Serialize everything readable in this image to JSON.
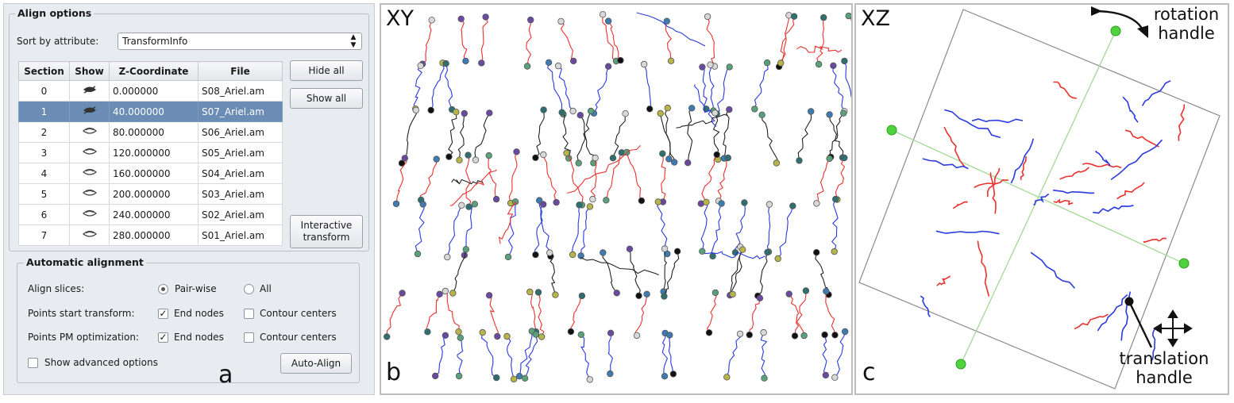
{
  "align_panel": {
    "title": "Align options",
    "sort_label": "Sort by attribute:",
    "sort_value": "TransformInfo",
    "table": {
      "headers": [
        "Section",
        "Show",
        "Z-Coordinate",
        "File"
      ],
      "rows": [
        {
          "section": "0",
          "show": "eye-closed-icon",
          "z": "0.000000",
          "file": "S08_Ariel.am"
        },
        {
          "section": "1",
          "show": "eye-closed-icon",
          "z": "40.000000",
          "file": "S07_Ariel.am"
        },
        {
          "section": "2",
          "show": "eye-open-icon",
          "z": "80.000000",
          "file": "S06_Ariel.am"
        },
        {
          "section": "3",
          "show": "eye-open-icon",
          "z": "120.000000",
          "file": "S05_Ariel.am"
        },
        {
          "section": "4",
          "show": "eye-open-icon",
          "z": "160.000000",
          "file": "S04_Ariel.am"
        },
        {
          "section": "5",
          "show": "eye-open-icon",
          "z": "200.000000",
          "file": "S03_Ariel.am"
        },
        {
          "section": "6",
          "show": "eye-open-icon",
          "z": "240.000000",
          "file": "S02_Ariel.am"
        },
        {
          "section": "7",
          "show": "eye-open-icon",
          "z": "280.000000",
          "file": "S01_Ariel.am"
        }
      ],
      "selected_index": 1
    },
    "buttons": {
      "hide_all": "Hide all",
      "show_all": "Show all",
      "interactive_transform_line1": "Interactive",
      "interactive_transform_line2": "transform"
    },
    "auto": {
      "title": "Automatic alignment",
      "align_slices_label": "Align slices:",
      "pairwise_label": "Pair-wise",
      "all_label": "All",
      "pairwise_selected": true,
      "points_start_label": "Points start transform:",
      "points_pm_label": "Points PM optimization:",
      "end_nodes_label": "End nodes",
      "contour_centers_label": "Contour centers",
      "start_end_nodes_checked": true,
      "start_contour_checked": false,
      "pm_end_nodes_checked": true,
      "pm_contour_checked": false,
      "show_advanced_label": "Show advanced options",
      "show_advanced_checked": false,
      "auto_align_button": "Auto-Align"
    },
    "letter": "a"
  },
  "xy_view": {
    "label": "XY",
    "letter": "b",
    "colors": {
      "red": "#e8322e",
      "blue": "#2a3adf",
      "black": "#222222"
    }
  },
  "xz_view": {
    "label": "XZ",
    "letter": "c",
    "rotation_label_line1": "rotation",
    "rotation_label_line2": "handle",
    "translation_label_line1": "translation",
    "translation_label_line2": "handle",
    "handle_color": "#4fd33c"
  }
}
